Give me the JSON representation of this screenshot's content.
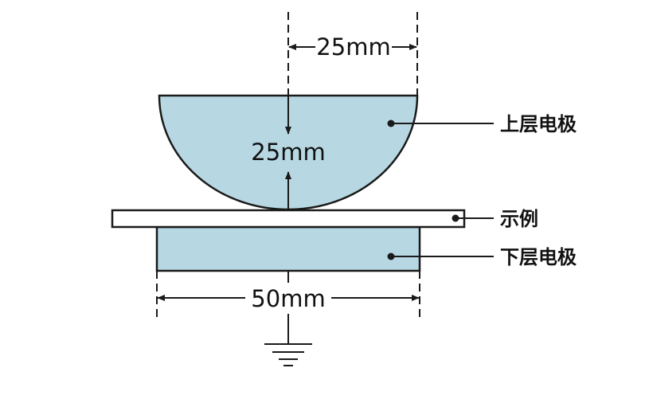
{
  "dimensions": {
    "top_width": "25mm",
    "height": "25mm",
    "bottom_width": "50mm"
  },
  "labels": {
    "upper_electrode": "上层电极",
    "sample": "示例",
    "lower_electrode": "下层电极"
  },
  "colors": {
    "electrode_fill": "#b7d8e3",
    "outline": "#1a1a1a",
    "sample_fill": "#ffffff",
    "background": "#ffffff"
  },
  "icons": {
    "ground": "ground-symbol-icon"
  }
}
